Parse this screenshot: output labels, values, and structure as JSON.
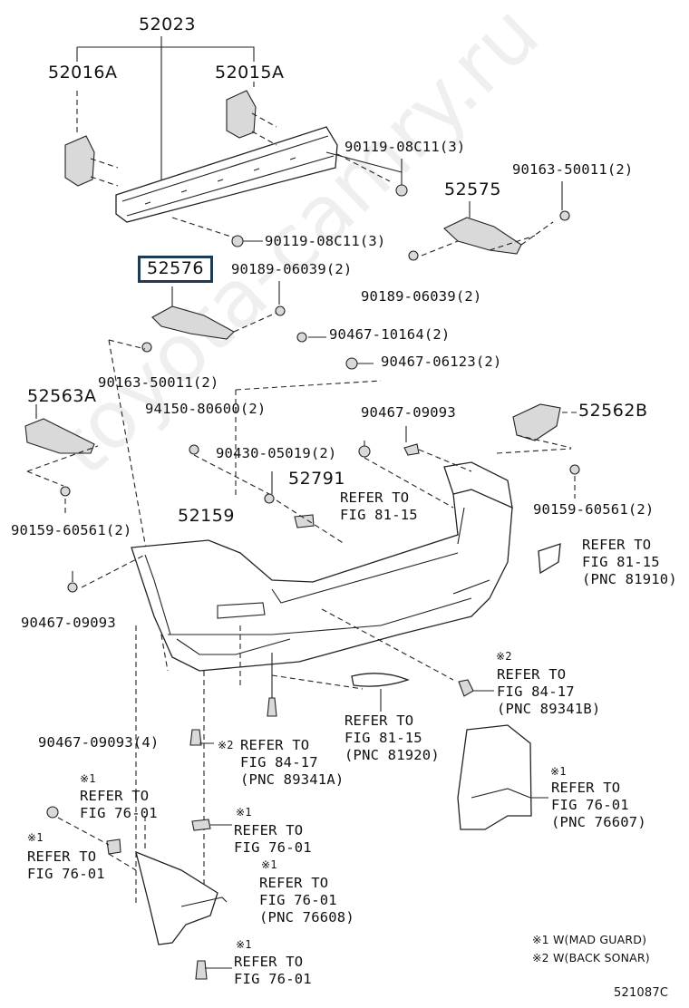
{
  "watermark": "toyota-camry.ru",
  "diagram_code": "521087C",
  "labels": {
    "p52023": "52023",
    "p52016A": "52016A",
    "p52015A": "52015A",
    "p52575": "52575",
    "p52576": "52576",
    "p52563A": "52563A",
    "p52562B": "52562B",
    "p52791": "52791",
    "p52159": "52159",
    "f90119a": "90119-08C11(3)",
    "f90119b": "90119-08C11(3)",
    "f90163a": "90163-50011(2)",
    "f90163b": "90163-50011(2)",
    "f90189a": "90189-06039(2)",
    "f90189b": "90189-06039(2)",
    "f90467_10164": "90467-10164(2)",
    "f90467_06123": "90467-06123(2)",
    "f94150": "94150-80600(2)",
    "f90467_09093a": "90467-09093",
    "f90430": "90430-05019(2)",
    "f90159a": "90159-60561(2)",
    "f90159b": "90159-60561(2)",
    "f90467_09093b": "90467-09093",
    "f90467_09093c": "90467-09093(4)"
  },
  "refs": {
    "r1": "REFER TO\nFIG 81-15",
    "r2": "REFER TO\nFIG 81-15\n(PNC 81910)",
    "r3_mark": "※2",
    "r3": "REFER TO\nFIG 84-17\n(PNC 89341B)",
    "r4": "REFER TO\nFIG 81-15\n(PNC 81920)",
    "r5_mark": "※2",
    "r5": "REFER TO\nFIG 84-17\n(PNC 89341A)",
    "r6_mark": "※1",
    "r6": "REFER TO\nFIG 76-01",
    "r7_mark": "※1",
    "r7": "REFER TO\nFIG 76-01",
    "r8_mark": "※1",
    "r8": "REFER TO\nFIG 76-01",
    "r9_mark": "※1",
    "r9": "REFER TO\nFIG 76-01\n(PNC 76608)",
    "r10_mark": "※1",
    "r10": "REFER TO\nFIG 76-01\n(PNC 76607)",
    "r11_mark": "※1",
    "r11": "REFER TO\nFIG 76-01"
  },
  "legend": {
    "l1": "※1 W(MAD GUARD)",
    "l2": "※2 W(BACK SONAR)"
  }
}
